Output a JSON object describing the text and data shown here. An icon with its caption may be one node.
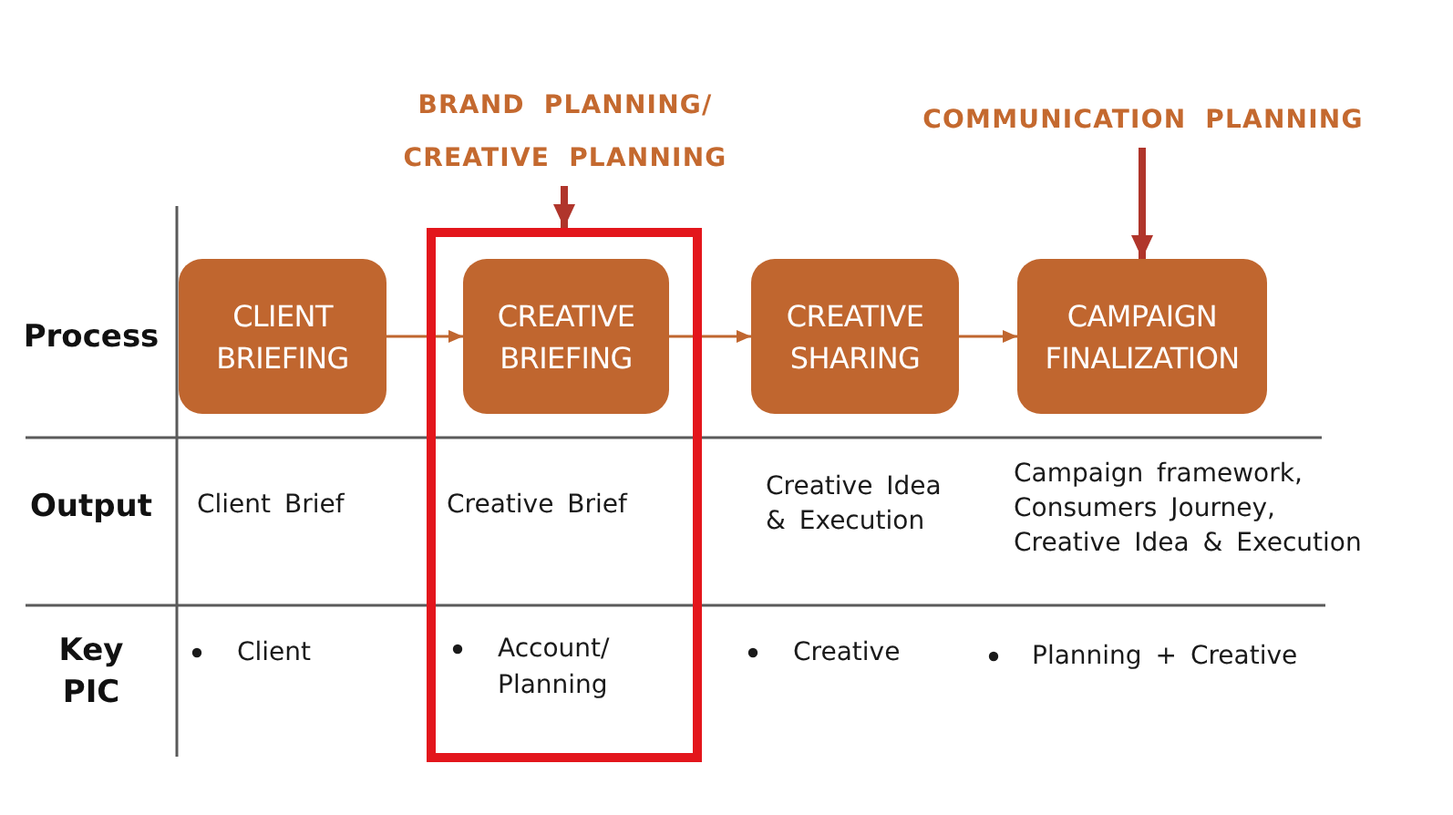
{
  "diagram": {
    "nodes": [
      {
        "text": [
          "BRAND PLANNING/ CREATIVE PLANNING"
        ]
      },
      {
        "text": [
          "COMMUNICATION PLANNING"
        ]
      },
      {
        "text": [
          "CLIENT BRIEFING"
        ]
      },
      {
        "text": [],
        "shape": "box"
      },
      {
        "text": [
          "CREATIVE BRIEFING"
        ],
        "in": 3
      },
      {
        "text": [
          "CREATIVE SHARING"
        ]
      },
      {
        "text": [
          "CAMPAIGN FINALIZATION"
        ]
      }
    ],
    "edges": [
      {
        "from": 0,
        "to": 3,
        "arrow": "to",
        "style": "thick",
        "color": "#b0352b"
      },
      {
        "from": 1,
        "to": 6,
        "arrow": "to",
        "style": "thick",
        "color": "#b0352b"
      },
      {
        "from": 2,
        "to": 4,
        "arrow": "to"
      },
      {
        "from": 4,
        "to": 5,
        "arrow": "to"
      },
      {
        "from": 5,
        "to": 6,
        "arrow": "to"
      }
    ],
    "labels": [
      "Process",
      "Output",
      "Client Brief",
      "Creative Brief",
      "Creative Idea & Execution",
      "Campaign framework, Consumers Journey, Creative Idea & Execution",
      "Key PIC",
      "Client",
      "Account/ Planning",
      "Creative",
      "Planning + Creative"
    ]
  }
}
